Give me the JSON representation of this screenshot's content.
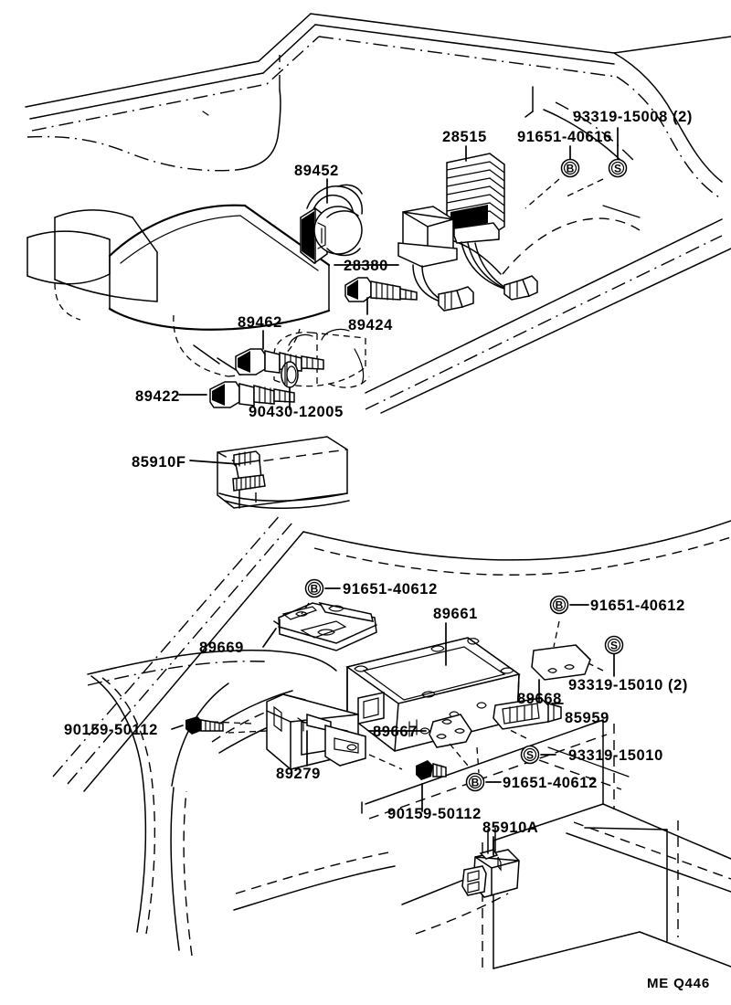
{
  "diagram": {
    "title": "ME Q446",
    "footer_code": "ME Q446",
    "kind": "exploded-parts-diagram",
    "line_color": "#000000",
    "background_color": "#ffffff"
  },
  "upper_assembly": {
    "name": "engine-compartment-view",
    "parts": [
      {
        "id": "u1",
        "label": "28515",
        "name": "igniter"
      },
      {
        "id": "u2",
        "label": "91651-40616",
        "name": "bolt-91651-40616",
        "symbol": "B"
      },
      {
        "id": "u3",
        "label": "93319-15008 (2)",
        "name": "screw-93319-15008",
        "symbol": "S"
      },
      {
        "id": "u4",
        "label": "89452",
        "name": "throttle-position-sensor"
      },
      {
        "id": "u5",
        "label": "28380",
        "name": "connector-harness"
      },
      {
        "id": "u6",
        "label": "89462",
        "name": "water-temp-sensor"
      },
      {
        "id": "u7",
        "label": "89424",
        "name": "temperature-sender"
      },
      {
        "id": "u8",
        "label": "89422",
        "name": "coolant-temp-sensor"
      },
      {
        "id": "u9",
        "label": "90430-12005",
        "name": "gasket"
      },
      {
        "id": "u10",
        "label": "85910F",
        "name": "relay-85910f"
      }
    ]
  },
  "lower_assembly": {
    "name": "ecu-mounting-view",
    "parts": [
      {
        "id": "l1",
        "label": "91651-40612",
        "name": "bolt-91651-40612-upper-left",
        "symbol": "B"
      },
      {
        "id": "l2",
        "label": "89661",
        "name": "engine-control-computer"
      },
      {
        "id": "l3",
        "label": "91651-40612",
        "name": "bolt-91651-40612-upper-right",
        "symbol": "B"
      },
      {
        "id": "l4",
        "label": "93319-15010 (2)",
        "name": "screw-93319-15010-pair",
        "symbol": "S"
      },
      {
        "id": "l5",
        "label": "89669",
        "name": "ecu-bracket-upper"
      },
      {
        "id": "l6",
        "label": "90159-50112",
        "name": "screw-90159-50112-left"
      },
      {
        "id": "l7",
        "label": "89279",
        "name": "ecu-bracket-lower"
      },
      {
        "id": "l8",
        "label": "89667",
        "name": "ecu-clamp"
      },
      {
        "id": "l9",
        "label": "89668",
        "name": "ecu-bracket-right"
      },
      {
        "id": "l10",
        "label": "85959",
        "name": "relay-bracket-85959"
      },
      {
        "id": "l11",
        "label": "93319-15010",
        "name": "screw-93319-15010",
        "symbol": "S"
      },
      {
        "id": "l12",
        "label": "91651-40612",
        "name": "bolt-91651-40612-lower",
        "symbol": "B"
      },
      {
        "id": "l13",
        "label": "90159-50112",
        "name": "screw-90159-50112-center"
      },
      {
        "id": "l14",
        "label": "85910A",
        "name": "relay-85910a"
      }
    ]
  }
}
